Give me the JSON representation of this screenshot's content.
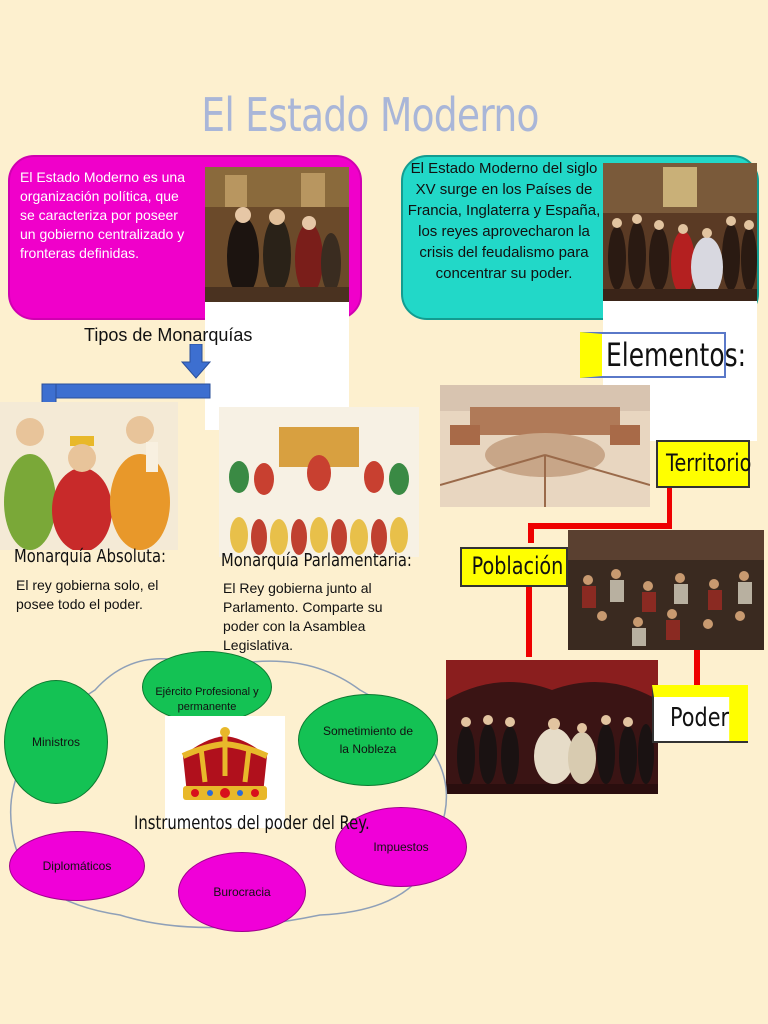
{
  "title": "El Estado Moderno",
  "definition": "El Estado Moderno es una organización política, que se caracteriza por poseer un gobierno centralizado y fronteras definidas.",
  "origin": "El Estado Moderno del siglo XV surge en los Países de Francia, Inglaterra y España, los reyes aprovecharon la crisis del feudalismo para concentrar su poder.",
  "monarchies": {
    "heading": "Tipos de Monarquías",
    "absolute": {
      "title": "Monarquía  Absoluta:",
      "text": "El rey gobierna solo, el posee todo el poder."
    },
    "parliamentary": {
      "title": "Monarquía   Parlamentaria:",
      "text": "El Rey gobierna junto al Parlamento. Comparte su poder con la Asamblea Legislativa."
    }
  },
  "elements": {
    "heading": "Elementos:",
    "items": [
      "Territorio",
      "Población",
      "Poder"
    ]
  },
  "instruments": {
    "heading": "Instrumentos del poder del Rey.",
    "items": [
      "Ejército Profesional y permanente",
      "Ministros",
      "Sometimiento de la Nobleza",
      "Impuestos",
      "Diplomáticos",
      "Burocracia"
    ]
  },
  "colors": {
    "background": "#fdf0cf",
    "pink": "#f000ca",
    "cyan": "#22d8c8",
    "green": "#14c254",
    "magenta": "#f000d8",
    "yellow": "#ffff00",
    "red": "#ee0000",
    "blue": "#3d6fd0"
  }
}
